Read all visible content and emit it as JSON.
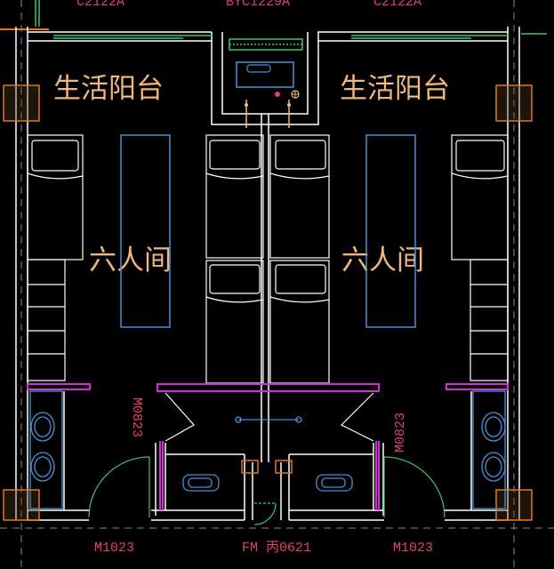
{
  "rooms": {
    "balcony_left": "生活阳台",
    "balcony_right": "生活阳台",
    "room_left": "六人间",
    "room_right": "六人间"
  },
  "tags": {
    "window_top_left": "C2122A",
    "window_top_mid": "BYC1229A",
    "window_top_right": "C2122A",
    "door_left_vert": "M0823",
    "door_right_vert": "M0823",
    "door_bottom_left": "M1023",
    "door_bottom_mid": "FM 丙0621",
    "door_bottom_right": "M1023"
  },
  "colors": {
    "wall": "#ffffff",
    "column": "#e07a1a",
    "furniture_blue": "#4a90d9",
    "magenta": "#d42fd4",
    "green": "#3ec46d",
    "label": "#f0b87a",
    "tag": "#e0426a"
  }
}
